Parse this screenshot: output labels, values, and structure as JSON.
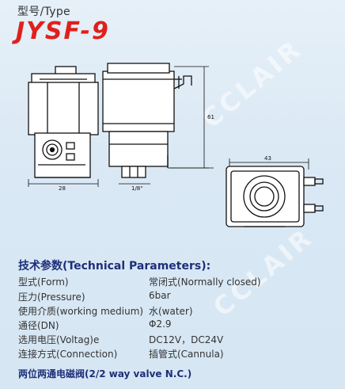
{
  "header": {
    "type_label": "型号/Type",
    "model": "JYSF-9"
  },
  "watermark": "CCLAIR",
  "colors": {
    "model_red": "#e0201b",
    "heading_blue": "#1e2f7a",
    "background": "#dbe9f5"
  },
  "drawing": {
    "dim_width_left": "28",
    "dim_width_mid": "1/8\"",
    "dim_height": "61",
    "dim_top_right": "43"
  },
  "specs": {
    "title": "技术参数(Technical Parameters):",
    "rows": [
      {
        "key": "型式(Form)",
        "value": "常闭式(Normally closed)"
      },
      {
        "key": "压力(Pressure)",
        "value": "6bar"
      },
      {
        "key": "使用介质(working medium)",
        "value": "水(water)"
      },
      {
        "key": "通径(DN)",
        "value": "Φ2.9"
      },
      {
        "key": "选用电压(Voltag)e",
        "value": "DC12V，DC24V"
      },
      {
        "key": "连接方式(Connection)",
        "value": "插管式(Cannula)"
      }
    ],
    "footer": "两位两通电磁阀(2/2 way valve N.C.)"
  }
}
